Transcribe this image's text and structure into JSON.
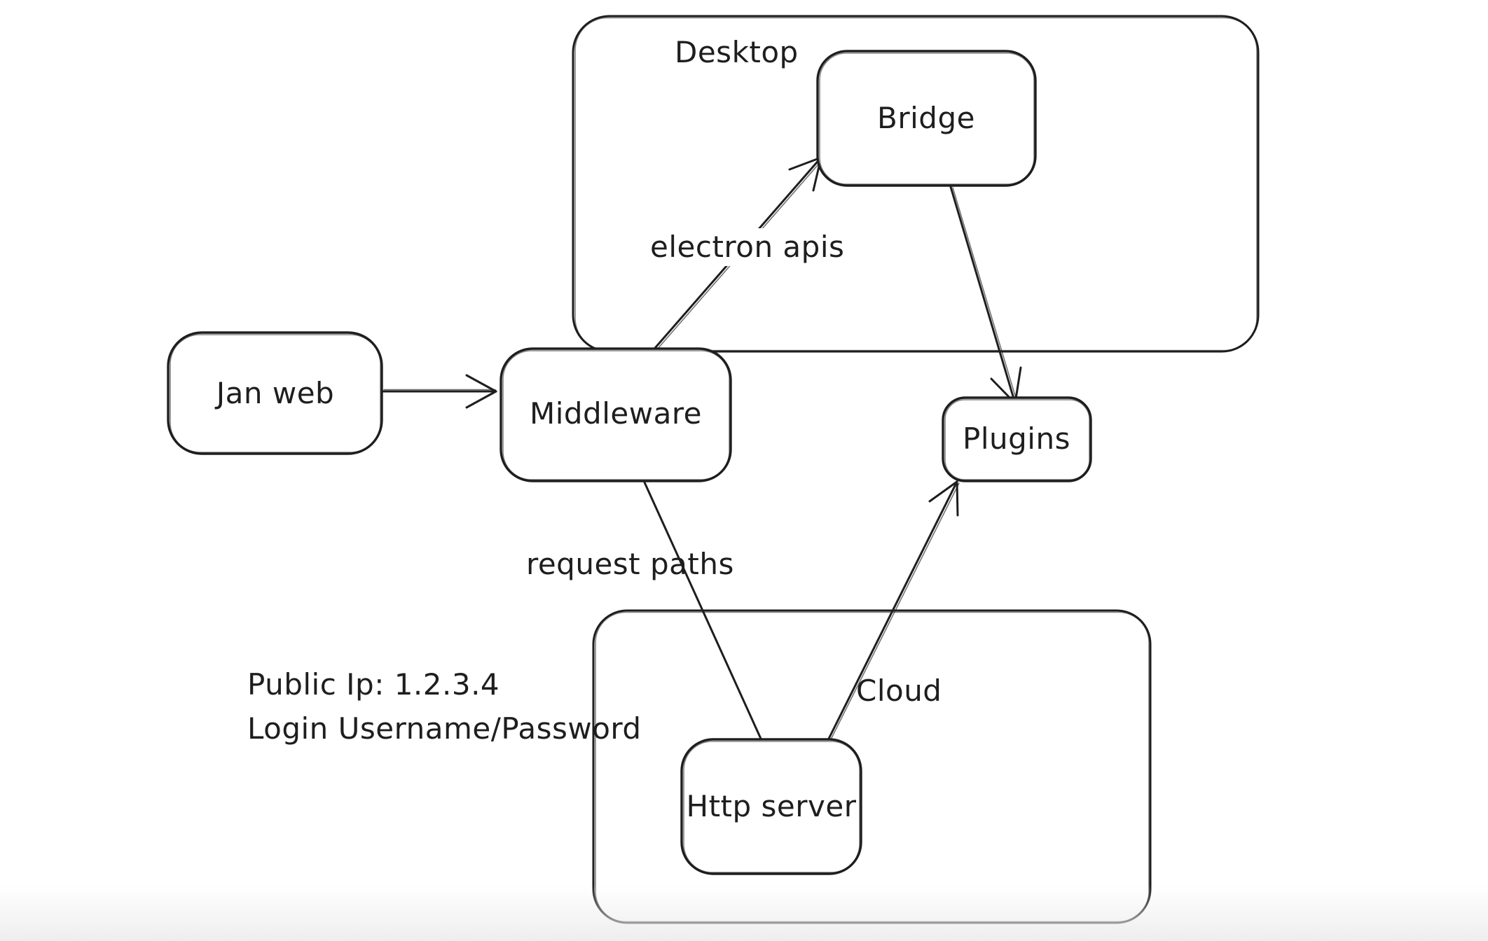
{
  "canvas": {
    "background": "#ffffff",
    "stroke_color": "#1e1e1e",
    "bottom_fade_color": "#ececed"
  },
  "containers": [
    {
      "id": "desktop",
      "label": "Desktop"
    },
    {
      "id": "cloud",
      "label": "Cloud"
    }
  ],
  "nodes": [
    {
      "id": "jan-web",
      "label": "Jan web"
    },
    {
      "id": "middleware",
      "label": "Middleware"
    },
    {
      "id": "bridge",
      "label": "Bridge"
    },
    {
      "id": "plugins",
      "label": "Plugins"
    },
    {
      "id": "http-server",
      "label": "Http server"
    }
  ],
  "edges": [
    {
      "from": "jan-web",
      "to": "middleware",
      "label": "",
      "arrowhead": "end"
    },
    {
      "from": "middleware",
      "to": "bridge",
      "label": "electron apis",
      "arrowhead": "end"
    },
    {
      "from": "bridge",
      "to": "plugins",
      "label": "",
      "arrowhead": "end"
    },
    {
      "from": "http-server",
      "to": "plugins",
      "label": "",
      "arrowhead": "end"
    },
    {
      "from": "middleware",
      "to": "http-server",
      "label": "request paths",
      "arrowhead": "none"
    }
  ],
  "edge_labels": {
    "electron_apis": "electron apis",
    "request_paths": "request paths"
  },
  "annotations": {
    "public_ip": "Public Ip: 1.2.3.4",
    "login": "Login Username/Password"
  }
}
